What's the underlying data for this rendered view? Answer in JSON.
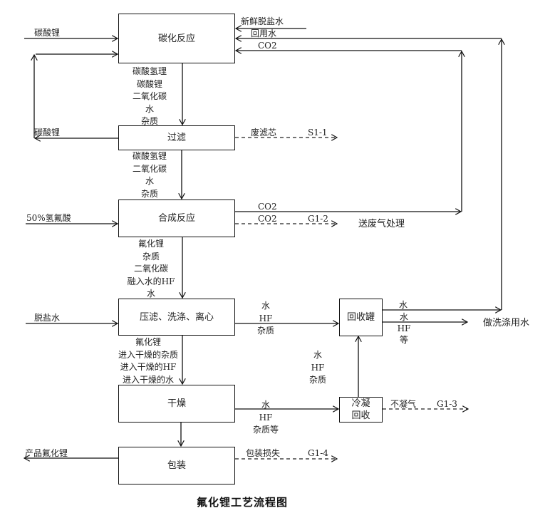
{
  "title": "氟化锂工艺流程图",
  "boxes": {
    "carbonization": "碳化反应",
    "filtration": "过滤",
    "synthesis": "合成反应",
    "press_wash_centrifuge": "压滤、洗涤、离心",
    "drying": "干燥",
    "packaging": "包装",
    "recovery_tank": "回收罐",
    "condense_recovery": "冷凝\n回收"
  },
  "inputs": {
    "lithium_carbonate_feed": "碳酸锂",
    "fresh_desalted_water": "新鲜脱盐水",
    "recycled_water": "回用水",
    "co2_return": "CO2",
    "hf_50": "50%氢氟酸",
    "desalted_water": "脱盐水"
  },
  "streams": {
    "carbonization_to_filtration": [
      "碳酸氢理",
      "碳酸锂",
      "二氧化碳",
      "水",
      "杂质"
    ],
    "filtration_recycle": "碳酸锂",
    "filtration_waste": "废滤芯",
    "filtration_waste_code": "S1-1",
    "filtration_to_synthesis": [
      "碳酸氢锂",
      "二氧化碳",
      "水",
      "杂质"
    ],
    "synthesis_co2_recycle": "CO2",
    "synthesis_co2_emission": "CO2",
    "synthesis_emission_code": "G1-2",
    "synthesis_emission_dest": "送废气处理",
    "synthesis_to_wash": [
      "氟化锂",
      "杂质",
      "二氧化碳",
      "融入水的HF",
      "水"
    ],
    "wash_to_recovery": [
      "水",
      "HF",
      "杂质"
    ],
    "recovery_out_water": "水",
    "recovery_out_wash": [
      "水",
      "HF等"
    ],
    "wash_water_dest": "做洗涤用水",
    "wash_to_drying": [
      "氟化锂",
      "进入干燥的杂质",
      "进入干燥的HF",
      "进入干燥的水"
    ],
    "drying_to_condense": [
      "水",
      "HF",
      "杂质等"
    ],
    "condense_to_recovery": [
      "水",
      "HF",
      "杂质"
    ],
    "condense_noncondensable": "不凝气",
    "condense_emission_code": "G1-3",
    "product": "产品氟化锂",
    "packaging_loss": "包装损失",
    "packaging_loss_code": "G1-4"
  }
}
